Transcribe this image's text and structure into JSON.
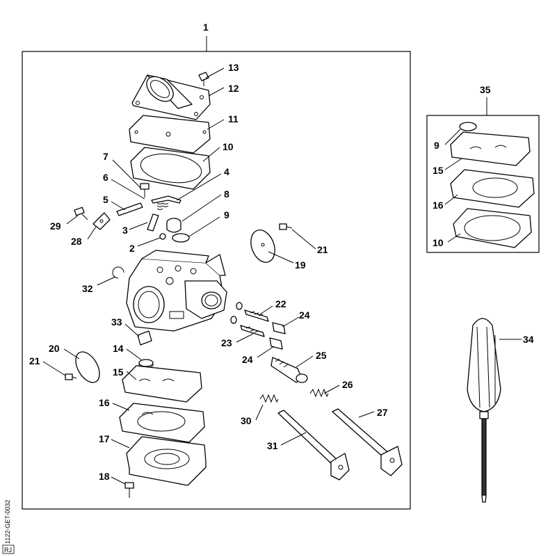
{
  "callouts": {
    "c1": "1",
    "c2": "2",
    "c3": "3",
    "c4": "4",
    "c5": "5",
    "c6": "6",
    "c7": "7",
    "c8": "8",
    "c9": "9",
    "c10": "10",
    "c11": "11",
    "c12": "12",
    "c13": "13",
    "c14": "14",
    "c15": "15",
    "c16": "16",
    "c17": "17",
    "c18": "18",
    "c19": "19",
    "c20": "20",
    "c21a": "21",
    "c21b": "21",
    "c22": "22",
    "c23": "23",
    "c24a": "24",
    "c24b": "24",
    "c25": "25",
    "c26": "26",
    "c27": "27",
    "c28": "28",
    "c29": "29",
    "c30": "30",
    "c31": "31",
    "c32": "32",
    "c33": "33",
    "c34": "34",
    "c35": "35",
    "k9": "9",
    "k15": "15",
    "k16": "16",
    "k10": "10"
  },
  "doc_id": "1122-GET-0032",
  "doc_badge": "RJ"
}
